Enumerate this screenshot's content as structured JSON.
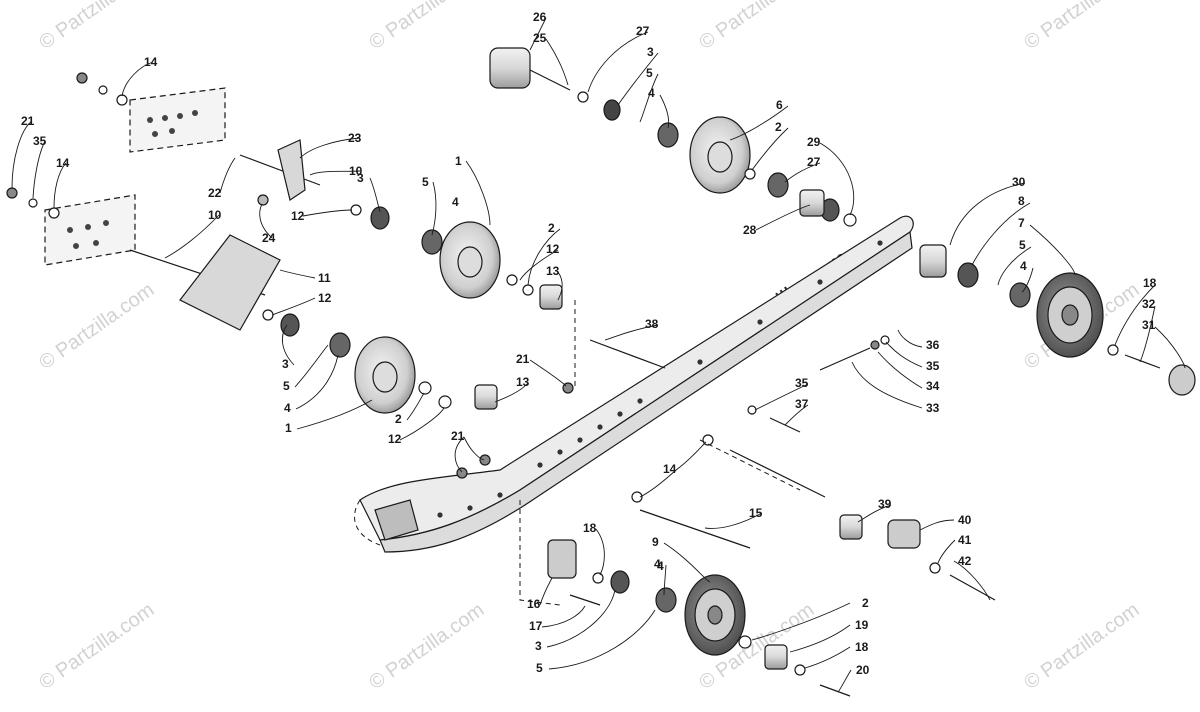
{
  "watermark": "© Partzilla.com",
  "callouts": {
    "n1a": "1",
    "n1b": "1",
    "n2a": "2",
    "n2b": "2",
    "n2c": "2",
    "n2d": "2",
    "n3a": "3",
    "n3b": "3",
    "n3c": "3",
    "n3d": "3",
    "n4a": "4",
    "n4b": "4",
    "n4c": "4",
    "n4d": "4",
    "n4e": "4",
    "n4f": "4",
    "n5a": "5",
    "n5b": "5",
    "n5c": "5",
    "n5d": "5",
    "n5e": "5",
    "n6": "6",
    "n7": "7",
    "n8": "8",
    "n9": "9",
    "n10a": "10",
    "n10b": "10",
    "n11": "11",
    "n12a": "12",
    "n12b": "12",
    "n12c": "12",
    "n12d": "12",
    "n13a": "13",
    "n13b": "13",
    "n14a": "14",
    "n14b": "14",
    "n14c": "14",
    "n15": "15",
    "n16": "16",
    "n17": "17",
    "n18a": "18",
    "n18b": "18",
    "n18c": "18",
    "n19": "19",
    "n20": "20",
    "n21a": "21",
    "n21b": "21",
    "n21c": "21",
    "n22": "22",
    "n23": "23",
    "n24": "24",
    "n25": "25",
    "n26": "26",
    "n27a": "27",
    "n27b": "27",
    "n28": "28",
    "n29": "29",
    "n30": "30",
    "n31": "31",
    "n32": "32",
    "n33": "33",
    "n34": "34",
    "n35a": "35",
    "n35b": "35",
    "n35c": "35",
    "n36": "36",
    "n37": "37",
    "n38": "38",
    "n39": "39",
    "n40": "40",
    "n41": "41",
    "n42": "42"
  }
}
